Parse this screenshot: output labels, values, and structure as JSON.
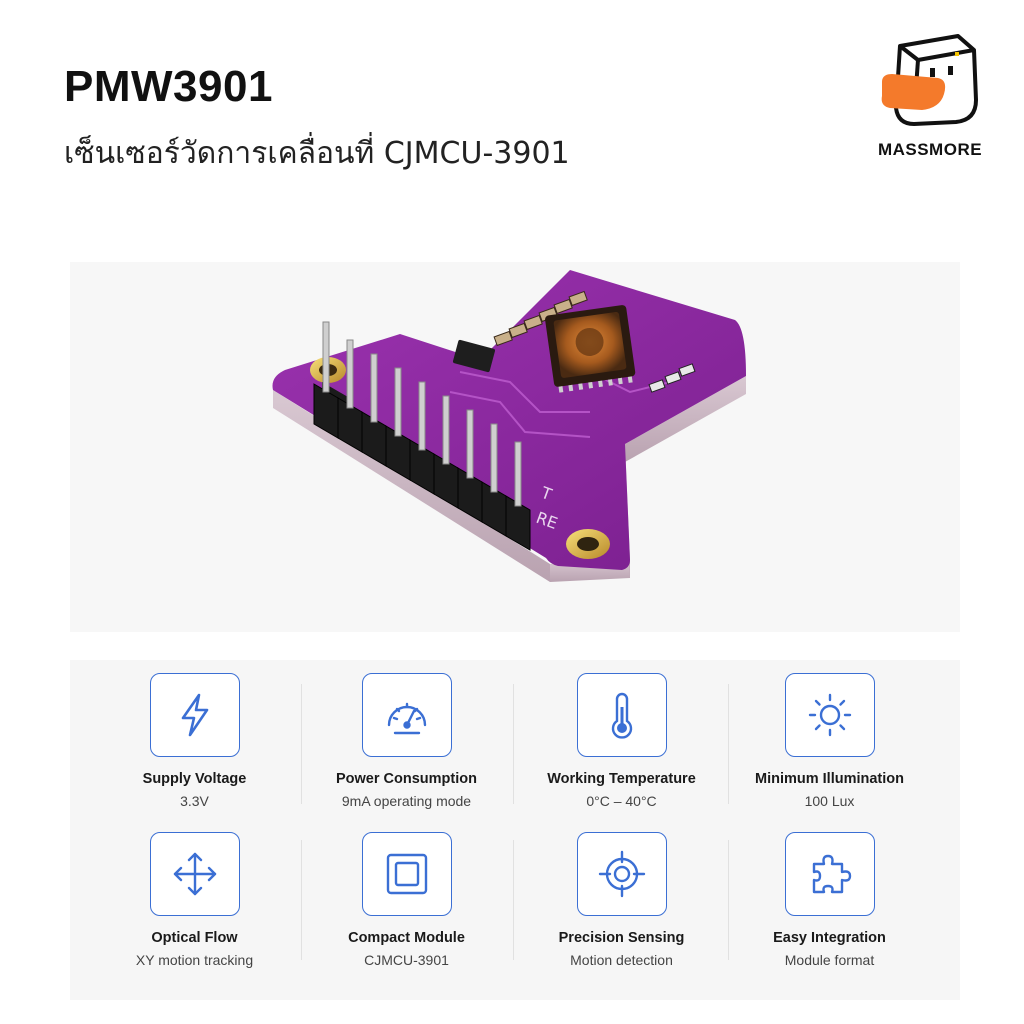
{
  "header": {
    "title": "PMW3901",
    "subtitle": "เซ็นเซอร์วัดการเคลื่อนที่ CJMCU-3901"
  },
  "brand": {
    "name": "MASSMORE",
    "logo_icon": "duck-box-logo-icon",
    "accent_color": "#f47a2b"
  },
  "product_photo": {
    "board_color": "#8c2aa0",
    "pin_count": 9
  },
  "features": [
    {
      "icon": "lightning-bolt-icon",
      "label": "Supply Voltage",
      "value": "3.3V"
    },
    {
      "icon": "speedometer-icon",
      "label": "Power Consumption",
      "value": "9mA operating mode"
    },
    {
      "icon": "thermometer-icon",
      "label": "Working Temperature",
      "value": "0°C – 40°C"
    },
    {
      "icon": "sun-icon",
      "label": "Minimum Illumination",
      "value": "100 Lux"
    },
    {
      "icon": "four-way-arrows-icon",
      "label": "Optical Flow",
      "value": "XY motion tracking"
    },
    {
      "icon": "square-chip-icon",
      "label": "Compact Module",
      "value": "CJMCU-3901"
    },
    {
      "icon": "crosshair-icon",
      "label": "Precision Sensing",
      "value": "Motion detection"
    },
    {
      "icon": "puzzle-piece-icon",
      "label": "Easy Integration",
      "value": "Module format"
    }
  ],
  "colors": {
    "icon_blue": "#3b6fd4",
    "text_dark": "#111111"
  }
}
